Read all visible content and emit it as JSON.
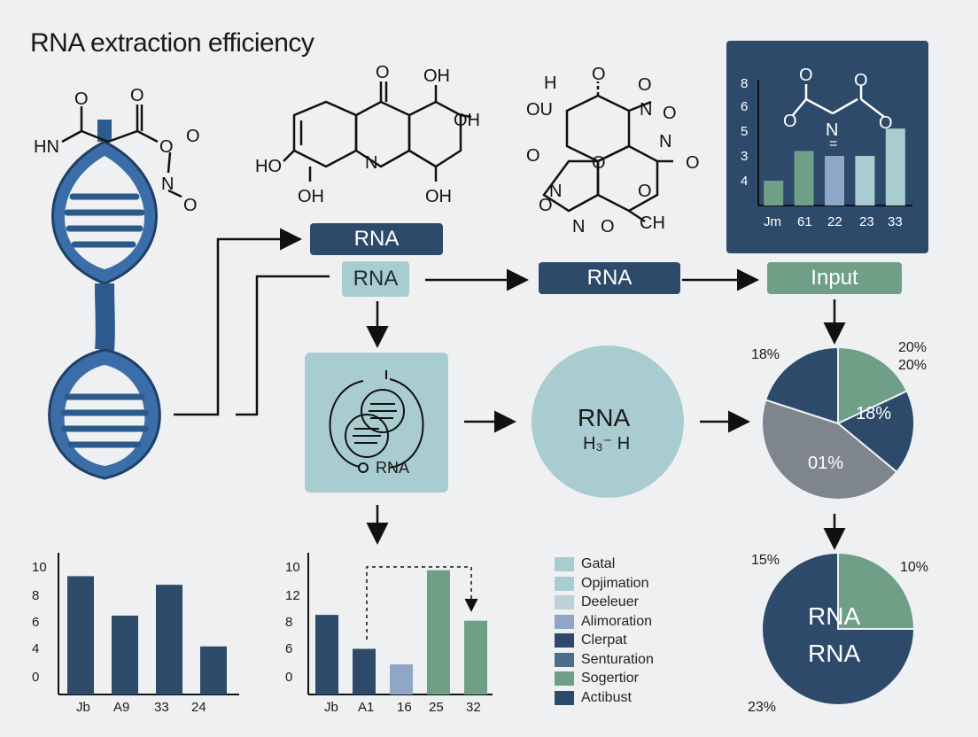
{
  "title": "RNA extraction efficiency",
  "molecules": {
    "m1": {
      "ho": "HN",
      "o1": "O",
      "o2": "O",
      "o3": "O",
      "o4": "O",
      "n": "N",
      "o5": "O"
    },
    "m2": {
      "o_top": "O",
      "oh_top": "OH",
      "oh_right": "OH",
      "ho_left": "HO",
      "n": "N",
      "oh_bottom_left": "OH",
      "oh_bottom_right": "OH"
    },
    "m3": {
      "h": "H",
      "o_top": "O",
      "o_right_top": "O",
      "ou": "OU",
      "n1": "N",
      "o2": "O",
      "n2": "N",
      "o_left": "O",
      "o_left2": "O",
      "n3": "N",
      "o_mid": "O",
      "o_mid2": "O",
      "n4": "N",
      "o_bottom": "O",
      "ch": "CH",
      "o_bottom_left": "O"
    }
  },
  "flow": {
    "rna_top": "RNA",
    "rna_light": "RNA",
    "rna_mid": "RNA",
    "input": "Input",
    "cell_label": "RNA",
    "circle_main": "RNA",
    "circle_sub": "H₃⁻   H"
  },
  "top_chart": {
    "y_ticks": [
      "8",
      "6",
      "5",
      "3",
      "4"
    ],
    "categories": [
      "Jm",
      "61",
      "22",
      "23",
      "33"
    ],
    "molecule": {
      "o1": "O",
      "o2": "O",
      "n": "N",
      "eq": "=",
      "o3": "O",
      "o4": "O"
    }
  },
  "pie1": {
    "labels": [
      "18%",
      "20%",
      "20%",
      "18%",
      "01%"
    ]
  },
  "pie2": {
    "labels": [
      "15%",
      "10%",
      "23%"
    ],
    "center_1": "RNA",
    "center_2": "RNA"
  },
  "legend": {
    "items": [
      {
        "label": "Gatal",
        "color": "#a9ccd1"
      },
      {
        "label": "Opjimation",
        "color": "#a9ccd1"
      },
      {
        "label": "Deeleuer",
        "color": "#bcd2d6"
      },
      {
        "label": "Alimoration",
        "color": "#8fa6c6"
      },
      {
        "label": "Clerpat",
        "color": "#2e4a6b"
      },
      {
        "label": "Senturation",
        "color": "#4f6d8a"
      },
      {
        "label": "Sogertior",
        "color": "#6f9f86"
      },
      {
        "label": "Actibust",
        "color": "#2e4a6b"
      }
    ]
  },
  "chart_data": [
    {
      "type": "bar",
      "categories": [
        "Jb",
        "A9",
        "33",
        "24"
      ],
      "values": [
        9.6,
        6.4,
        8.9,
        3.9
      ],
      "y_ticks": [
        "10",
        "8",
        "6",
        "4",
        "0"
      ],
      "ylim": [
        0,
        11.5
      ],
      "colors": [
        "#2e4a6b"
      ]
    },
    {
      "type": "bar",
      "categories": [
        "Jb",
        "A1",
        "16",
        "25",
        "32"
      ],
      "values": [
        8.2,
        4.7,
        3.1,
        12.8,
        7.6
      ],
      "y_ticks": [
        "10",
        "12",
        "8",
        "6",
        "0"
      ],
      "ylim": [
        0,
        14.6
      ],
      "colors": [
        "#2e4a6b",
        "#2e4a6b",
        "#8fa6c6",
        "#6f9f86",
        "#6f9f86"
      ]
    },
    {
      "type": "bar",
      "categories": [
        "Jm",
        "61",
        "22",
        "23",
        "33"
      ],
      "values": [
        1.0,
        2.2,
        2.0,
        2.0,
        3.1
      ],
      "ylim": [
        0,
        5.0
      ],
      "colors": [
        "#6f9f86",
        "#6f9f86",
        "#8fa6c6",
        "#a9ccd1",
        "#a9ccd1"
      ]
    },
    {
      "type": "pie",
      "values": [
        18,
        18,
        44,
        20
      ],
      "colors": [
        "#6f9f86",
        "#2e4a6b",
        "#7f858d",
        "#2e4a6b"
      ]
    },
    {
      "type": "pie",
      "values": [
        25,
        75
      ],
      "colors": [
        "#6f9f86",
        "#2e4a6b"
      ]
    }
  ]
}
